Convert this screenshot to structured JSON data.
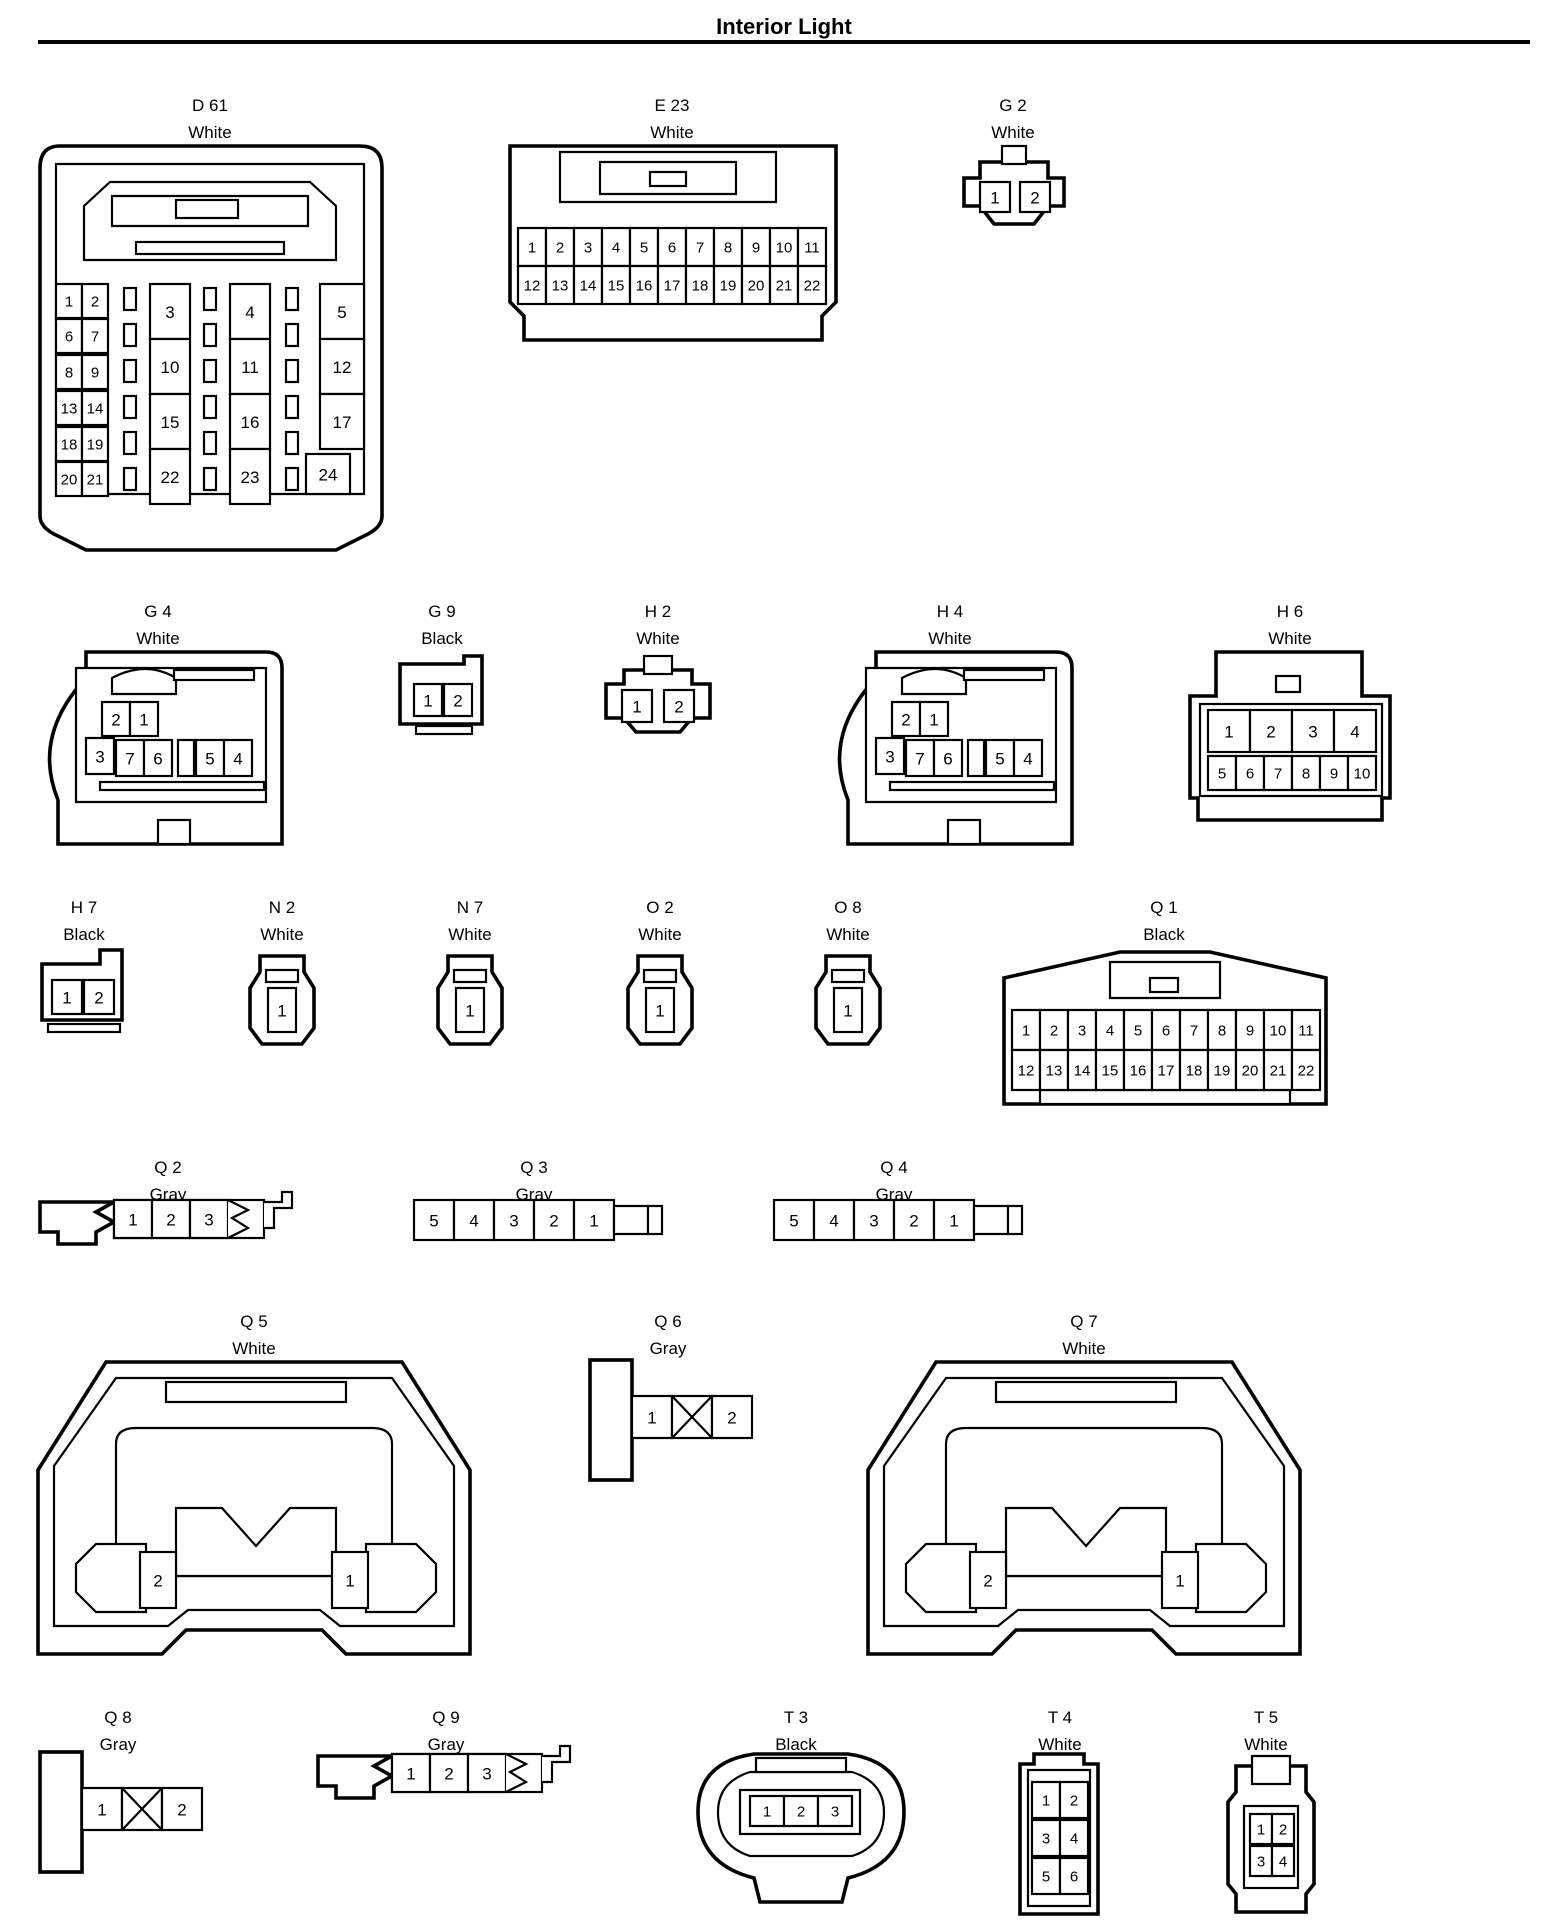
{
  "title": "Interior Light",
  "connectors": [
    {
      "id": "D 61",
      "color": "White",
      "pins": [
        "1",
        "2",
        "3",
        "4",
        "5",
        "6",
        "7",
        "8",
        "9",
        "10",
        "11",
        "12",
        "13",
        "14",
        "15",
        "16",
        "17",
        "18",
        "19",
        "20",
        "21",
        "22",
        "23",
        "24"
      ]
    },
    {
      "id": "E 23",
      "color": "White",
      "pins": [
        "1",
        "2",
        "3",
        "4",
        "5",
        "6",
        "7",
        "8",
        "9",
        "10",
        "11",
        "12",
        "13",
        "14",
        "15",
        "16",
        "17",
        "18",
        "19",
        "20",
        "21",
        "22"
      ]
    },
    {
      "id": "G 2",
      "color": "White",
      "pins": [
        "1",
        "2"
      ]
    },
    {
      "id": "G 4",
      "color": "White",
      "pins": [
        "2",
        "1",
        "3",
        "7",
        "6",
        "5",
        "4"
      ]
    },
    {
      "id": "G 9",
      "color": "Black",
      "pins": [
        "1",
        "2"
      ]
    },
    {
      "id": "H 2",
      "color": "White",
      "pins": [
        "1",
        "2"
      ]
    },
    {
      "id": "H 4",
      "color": "White",
      "pins": [
        "2",
        "1",
        "3",
        "7",
        "6",
        "5",
        "4"
      ]
    },
    {
      "id": "H 6",
      "color": "White",
      "pins": [
        "1",
        "2",
        "3",
        "4",
        "5",
        "6",
        "7",
        "8",
        "9",
        "10"
      ]
    },
    {
      "id": "H 7",
      "color": "Black",
      "pins": [
        "1",
        "2"
      ]
    },
    {
      "id": "N 2",
      "color": "White",
      "pins": [
        "1"
      ]
    },
    {
      "id": "N 7",
      "color": "White",
      "pins": [
        "1"
      ]
    },
    {
      "id": "O 2",
      "color": "White",
      "pins": [
        "1"
      ]
    },
    {
      "id": "O 8",
      "color": "White",
      "pins": [
        "1"
      ]
    },
    {
      "id": "Q 1",
      "color": "Black",
      "pins": [
        "1",
        "2",
        "3",
        "4",
        "5",
        "6",
        "7",
        "8",
        "9",
        "10",
        "11",
        "12",
        "13",
        "14",
        "15",
        "16",
        "17",
        "18",
        "19",
        "20",
        "21",
        "22"
      ]
    },
    {
      "id": "Q 2",
      "color": "Gray",
      "pins": [
        "1",
        "2",
        "3"
      ]
    },
    {
      "id": "Q 3",
      "color": "Gray",
      "pins": [
        "5",
        "4",
        "3",
        "2",
        "1"
      ]
    },
    {
      "id": "Q 4",
      "color": "Gray",
      "pins": [
        "5",
        "4",
        "3",
        "2",
        "1"
      ]
    },
    {
      "id": "Q 5",
      "color": "White",
      "pins": [
        "2",
        "1"
      ]
    },
    {
      "id": "Q 6",
      "color": "Gray",
      "pins": [
        "1",
        "2"
      ]
    },
    {
      "id": "Q 7",
      "color": "White",
      "pins": [
        "2",
        "1"
      ]
    },
    {
      "id": "Q 8",
      "color": "Gray",
      "pins": [
        "1",
        "2"
      ]
    },
    {
      "id": "Q 9",
      "color": "Gray",
      "pins": [
        "1",
        "2",
        "3"
      ]
    },
    {
      "id": "T 3",
      "color": "Black",
      "pins": [
        "1",
        "2",
        "3"
      ]
    },
    {
      "id": "T 4",
      "color": "White",
      "pins": [
        "1",
        "2",
        "3",
        "4",
        "5",
        "6"
      ]
    },
    {
      "id": "T 5",
      "color": "White",
      "pins": [
        "1",
        "2",
        "3",
        "4"
      ]
    }
  ]
}
